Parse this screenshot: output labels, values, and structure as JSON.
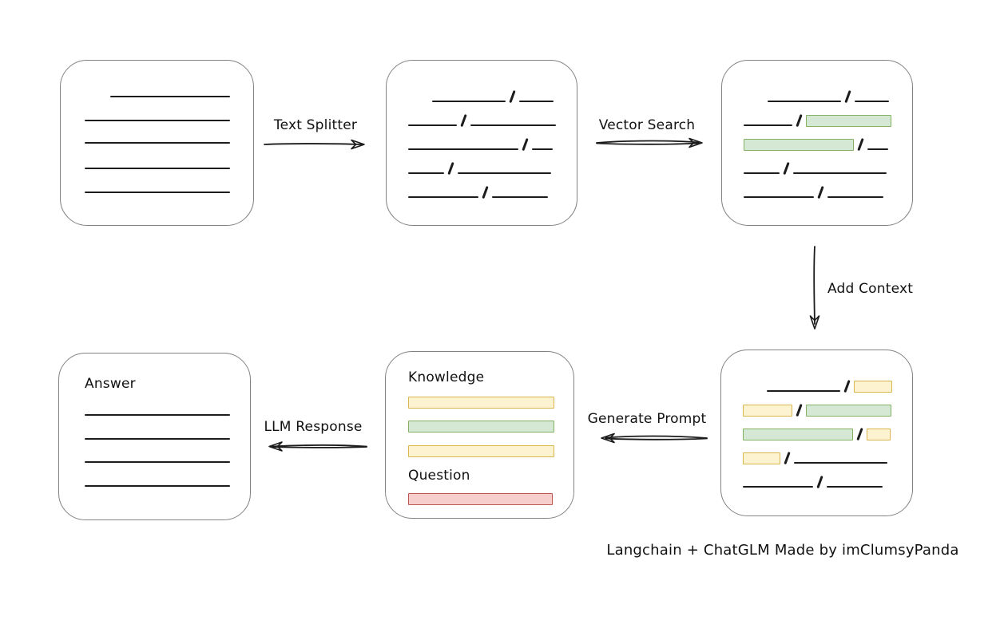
{
  "colors": {
    "green_fill": "#d5e8d4",
    "green_border": "#83b163",
    "yellow_fill": "#fdf3d0",
    "yellow_border": "#d9b74e",
    "red_fill": "#f6cfcc",
    "red_border": "#bd564e",
    "line": "#1c1c1c",
    "box_border": "#828282",
    "arrow": "#1b1b1b"
  },
  "arrows": {
    "text_splitter": {
      "label": "Text Splitter",
      "direction": "right"
    },
    "vector_search": {
      "label": "Vector Search",
      "direction": "right"
    },
    "add_context": {
      "label": "Add Context",
      "direction": "down"
    },
    "generate_prompt": {
      "label": "Generate Prompt",
      "direction": "left"
    },
    "llm_response": {
      "label": "LLM Response",
      "direction": "left"
    }
  },
  "footer": {
    "credit": "Langchain + ChatGLM Made by imClumsyPanda"
  },
  "boxes": {
    "source_document": {
      "rows": [
        {
          "h": 30,
          "segs": [
            {
              "t": "sp",
              "w": 32
            },
            {
              "t": "ln",
              "w": 150
            }
          ]
        },
        {
          "h": 30,
          "segs": [
            {
              "t": "ln",
              "w": 182
            }
          ]
        },
        {
          "h": 28,
          "segs": [
            {
              "t": "ln",
              "w": 182
            }
          ]
        },
        {
          "h": 32,
          "segs": [
            {
              "t": "ln",
              "w": 182
            }
          ]
        },
        {
          "h": 30,
          "segs": [
            {
              "t": "ln",
              "w": 182
            }
          ]
        }
      ]
    },
    "split_chunks": {
      "rows": [
        {
          "h": 30,
          "segs": [
            {
              "t": "sp",
              "w": 30
            },
            {
              "t": "ln",
              "w": 92
            },
            {
              "t": "sl"
            },
            {
              "t": "ln",
              "w": 43
            }
          ]
        },
        {
          "h": 30,
          "segs": [
            {
              "t": "ln",
              "w": 61
            },
            {
              "t": "sl"
            },
            {
              "t": "ln",
              "w": 107
            }
          ]
        },
        {
          "h": 30,
          "segs": [
            {
              "t": "ln",
              "w": 138
            },
            {
              "t": "sl"
            },
            {
              "t": "ln",
              "w": 26
            }
          ]
        },
        {
          "h": 30,
          "segs": [
            {
              "t": "ln",
              "w": 45
            },
            {
              "t": "sl"
            },
            {
              "t": "ln",
              "w": 117
            }
          ]
        },
        {
          "h": 30,
          "segs": [
            {
              "t": "ln",
              "w": 88
            },
            {
              "t": "sl"
            },
            {
              "t": "ln",
              "w": 70
            }
          ]
        }
      ]
    },
    "matched_chunks": {
      "rows": [
        {
          "h": 30,
          "segs": [
            {
              "t": "sp",
              "w": 30
            },
            {
              "t": "ln",
              "w": 92
            },
            {
              "t": "sl"
            },
            {
              "t": "ln",
              "w": 43
            }
          ]
        },
        {
          "h": 30,
          "segs": [
            {
              "t": "ln",
              "w": 61
            },
            {
              "t": "sl"
            },
            {
              "t": "bar",
              "c": "green",
              "w": 107
            }
          ]
        },
        {
          "h": 30,
          "segs": [
            {
              "t": "bar",
              "c": "green",
              "w": 138
            },
            {
              "t": "sl"
            },
            {
              "t": "ln",
              "w": 26
            }
          ]
        },
        {
          "h": 30,
          "segs": [
            {
              "t": "ln",
              "w": 45
            },
            {
              "t": "sl"
            },
            {
              "t": "ln",
              "w": 117
            }
          ]
        },
        {
          "h": 30,
          "segs": [
            {
              "t": "ln",
              "w": 88
            },
            {
              "t": "sl"
            },
            {
              "t": "ln",
              "w": 70
            }
          ]
        }
      ]
    },
    "context_chunks": {
      "rows": [
        {
          "h": 30,
          "segs": [
            {
              "t": "sp",
              "w": 30
            },
            {
              "t": "ln",
              "w": 92
            },
            {
              "t": "sl"
            },
            {
              "t": "bar",
              "c": "yellow",
              "w": 48
            }
          ]
        },
        {
          "h": 30,
          "segs": [
            {
              "t": "bar",
              "c": "yellow",
              "w": 62
            },
            {
              "t": "sl"
            },
            {
              "t": "bar",
              "c": "green",
              "w": 107
            }
          ]
        },
        {
          "h": 30,
          "segs": [
            {
              "t": "bar",
              "c": "green",
              "w": 138
            },
            {
              "t": "sl"
            },
            {
              "t": "bar",
              "c": "yellow",
              "w": 30
            }
          ]
        },
        {
          "h": 30,
          "segs": [
            {
              "t": "bar",
              "c": "yellow",
              "w": 47
            },
            {
              "t": "sl"
            },
            {
              "t": "ln",
              "w": 117
            }
          ]
        },
        {
          "h": 30,
          "segs": [
            {
              "t": "ln",
              "w": 88
            },
            {
              "t": "sl"
            },
            {
              "t": "ln",
              "w": 70
            }
          ]
        }
      ]
    },
    "prompt": {
      "rows": [
        {
          "h": 32,
          "segs": [
            {
              "t": "lb",
              "text": "Knowledge"
            }
          ]
        },
        {
          "h": 28,
          "segs": [
            {
              "t": "bar",
              "c": "yellow",
              "w": 183
            }
          ]
        },
        {
          "h": 30,
          "segs": [
            {
              "t": "bar",
              "c": "green",
              "w": 183
            }
          ]
        },
        {
          "h": 31,
          "segs": [
            {
              "t": "bar",
              "c": "yellow",
              "w": 183
            }
          ]
        },
        {
          "h": 34,
          "segs": [
            {
              "t": "lb",
              "text": "Question"
            }
          ]
        },
        {
          "h": 26,
          "segs": [
            {
              "t": "bar",
              "c": "red",
              "w": 181
            }
          ]
        }
      ]
    },
    "answer": {
      "rows": [
        {
          "h": 38,
          "segs": [
            {
              "t": "lb",
              "text": "Answer"
            }
          ]
        },
        {
          "h": 30,
          "segs": [
            {
              "t": "ln",
              "w": 182
            }
          ]
        },
        {
          "h": 30,
          "segs": [
            {
              "t": "ln",
              "w": 182
            }
          ]
        },
        {
          "h": 29,
          "segs": [
            {
              "t": "ln",
              "w": 182
            }
          ]
        },
        {
          "h": 30,
          "segs": [
            {
              "t": "ln",
              "w": 182
            }
          ]
        }
      ]
    }
  }
}
